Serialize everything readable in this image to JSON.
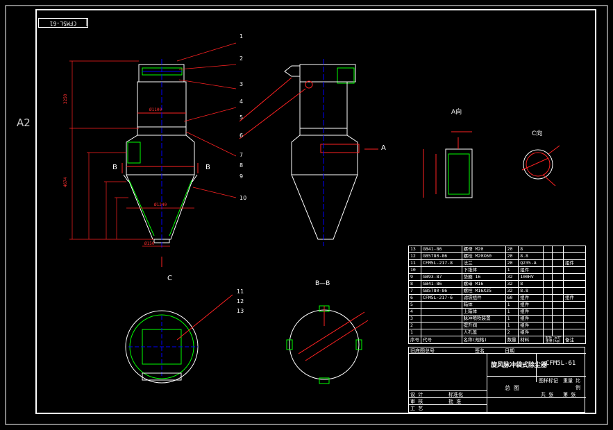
{
  "sheet_size": "A2",
  "drawing_code_tag": "CFM5L-61",
  "callouts": [
    "1",
    "2",
    "3",
    "4",
    "5",
    "6",
    "7",
    "8",
    "9",
    "10",
    "11",
    "12",
    "13"
  ],
  "view_labels": {
    "a_arrow": "A",
    "c_arrow": "C",
    "b_left": "B",
    "b_right": "B",
    "a_view": "A向",
    "c_view": "C向",
    "bb_section": "B—B"
  },
  "parts_header": {
    "no": "序号",
    "code": "代号",
    "name": "名称(规格)",
    "qty": "数量",
    "material": "材料",
    "unit_weight": "单件",
    "total_weight": "总计",
    "weight_unit": "重量(kg)",
    "remark": "备注"
  },
  "parts": [
    {
      "no": "13",
      "code": "GB41-86",
      "name": "螺母 M20",
      "qty": "20",
      "material": "8",
      "remark": ""
    },
    {
      "no": "12",
      "code": "GB5780-86",
      "name": "螺栓 M20X60",
      "qty": "20",
      "material": "8.8",
      "remark": ""
    },
    {
      "no": "11",
      "code": "CFM5L-217-8",
      "name": "法兰",
      "qty": "20",
      "material": "Q235-A",
      "remark": "组件"
    },
    {
      "no": "10",
      "code": "",
      "name": "下锥体",
      "qty": "1",
      "material": "组件",
      "remark": ""
    },
    {
      "no": "9",
      "code": "GB93-87",
      "name": "垫圈 16",
      "qty": "32",
      "material": "100HV",
      "remark": ""
    },
    {
      "no": "8",
      "code": "GB41-86",
      "name": "螺母 M16",
      "qty": "32",
      "material": "8",
      "remark": ""
    },
    {
      "no": "7",
      "code": "GB5780-86",
      "name": "螺栓 M16X35",
      "qty": "32",
      "material": "8.8",
      "remark": ""
    },
    {
      "no": "6",
      "code": "CFM5L-217-6",
      "name": "滤袋组件",
      "qty": "60",
      "material": "组件",
      "remark": "组件"
    },
    {
      "no": "5",
      "code": "",
      "name": "箱体",
      "qty": "1",
      "material": "组件",
      "remark": ""
    },
    {
      "no": "4",
      "code": "",
      "name": "上箱体",
      "qty": "1",
      "material": "组件",
      "remark": ""
    },
    {
      "no": "3",
      "code": "",
      "name": "脉冲喷吹装置",
      "qty": "1",
      "material": "组件",
      "remark": ""
    },
    {
      "no": "2",
      "code": "",
      "name": "提升阀",
      "qty": "1",
      "material": "组件",
      "remark": ""
    },
    {
      "no": "1",
      "code": "",
      "name": "人孔盖",
      "qty": "2",
      "material": "组件",
      "remark": ""
    }
  ],
  "title_block": {
    "title": "旋风脉冲袋式除尘器",
    "drawing_no": "CFM5L-61",
    "assembly": "总 图",
    "mark_label": "图样标记",
    "weight_label": "重量",
    "scale_label": "比例",
    "sheets": "共 张",
    "sheet": "第 张",
    "design": "设 计",
    "review": "审 核",
    "process": "工 艺",
    "standard": "标准化",
    "approve": "批 准",
    "old_no": "旧底图总号",
    "sign": "签名",
    "date": "日期"
  },
  "colors": {
    "background": "#000000",
    "lines": "#ffffff",
    "dimensions": "#ff2020",
    "hatch": "#00ff00",
    "centerline": "#2040ff",
    "accent_cyan": "#00ffff"
  }
}
